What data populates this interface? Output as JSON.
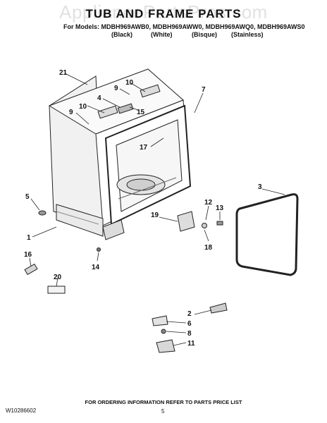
{
  "watermark": "AppliancePartsPros.com",
  "header": {
    "title": "TUB AND FRAME PARTS",
    "models_line": "For Models: MDBH969AWB0, MDBH969AWW0, MDBH969AWQ0, MDBH969AWS0",
    "colors": [
      "(Black)",
      "(White)",
      "(Bisque)",
      "(Stainless)"
    ]
  },
  "callouts": [
    "21",
    "10",
    "9",
    "4",
    "15",
    "7",
    "10",
    "9",
    "17",
    "3",
    "5",
    "19",
    "12",
    "13",
    "1",
    "18",
    "16",
    "14",
    "20",
    "2",
    "6",
    "8",
    "11"
  ],
  "footer": {
    "code": "W10286602",
    "note": "FOR ORDERING INFORMATION REFER TO PARTS PRICE LIST",
    "page": "5"
  }
}
